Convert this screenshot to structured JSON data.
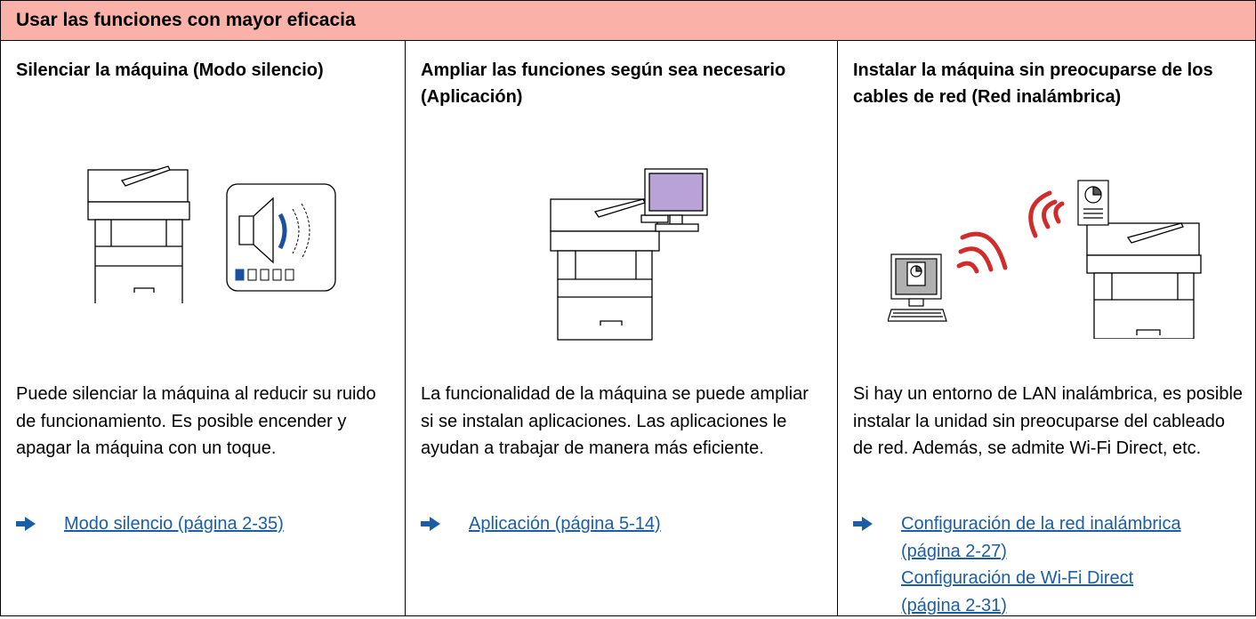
{
  "header": {
    "title": "Usar las funciones con mayor eficacia"
  },
  "columns": [
    {
      "title": "Silenciar la máquina (Modo silencio)",
      "description": "Puede silenciar la máquina al reducir su ruido de funcionamiento. Es posible encender y apagar la máquina con un toque.",
      "links": [
        "Modo silencio (página 2-35)"
      ],
      "illustration": "printer-and-speaker-icon"
    },
    {
      "title": "Ampliar las funciones según sea necesario (Aplicación)",
      "description": "La funcionalidad de la máquina se puede ampliar si se instalan aplicaciones. Las aplicaciones le ayudan a trabajar de manera más eficiente.",
      "links": [
        "Aplicación (página 5-14)"
      ],
      "illustration": "printer-with-monitor-icon"
    },
    {
      "title": "Instalar la máquina sin preocuparse de los cables de red (Red inalámbrica)",
      "description": "Si hay un entorno de LAN inalámbrica, es posible instalar la unidad sin preocuparse del cableado de red. Además, se admite Wi-Fi Direct, etc.",
      "links": [
        "Configuración de la red inalámbrica (página 2-27)",
        "Configuración de Wi-Fi Direct (página 2-31)"
      ],
      "illustration": "wireless-printing-icon"
    }
  ],
  "colors": {
    "header_bg": "#f9b1a8",
    "link": "#1b5ea6",
    "arrow": "#1b5ea6",
    "wifi": "#d22b2b",
    "speaker_wave": "#1b4fa0"
  },
  "volume_level": {
    "filled": 1,
    "total": 5
  }
}
